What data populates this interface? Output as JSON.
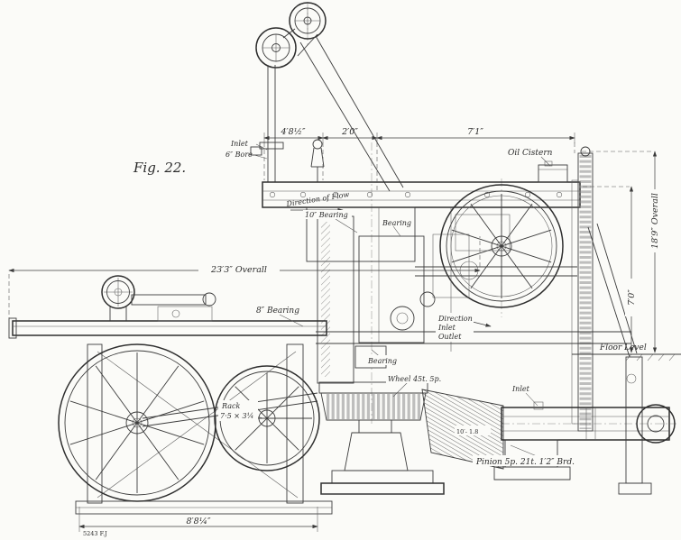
{
  "figure": {
    "caption": "Fig. 22.",
    "plate_mark": "5243 F.J"
  },
  "dims": {
    "top_left": "4′8½″",
    "top_mid": "2′0″",
    "top_right": "7′1″",
    "overall_width": "23′3″ Overall",
    "height_frame": "7′0″",
    "overall_height": "18′9″ Overall",
    "base_width": "8′8¼″"
  },
  "labels": {
    "inlet_top": "Inlet",
    "bore": "6″ Bore",
    "oil_cistern": "Oil Cistern",
    "direction_of_flow": "Direction of Flow",
    "bearing_10": "10″ Bearing",
    "bearing_upper": "Bearing",
    "bearing_8": "8″ Bearing",
    "bearing_mid": "Bearing",
    "direction": "Direction",
    "inlet_mid": "Inlet",
    "outlet": "Outlet",
    "wheel_spec": "Wheel 45t. 5p.",
    "rack_name": "Rack",
    "rack_spec": "7·5 × 3¼",
    "inlet_right": "Inlet",
    "floor_level": "Floor Level",
    "shaft_mark": "10′- 1.8",
    "pinion_spec": "Pinion 5p. 21t. 1′2″ Brd."
  }
}
